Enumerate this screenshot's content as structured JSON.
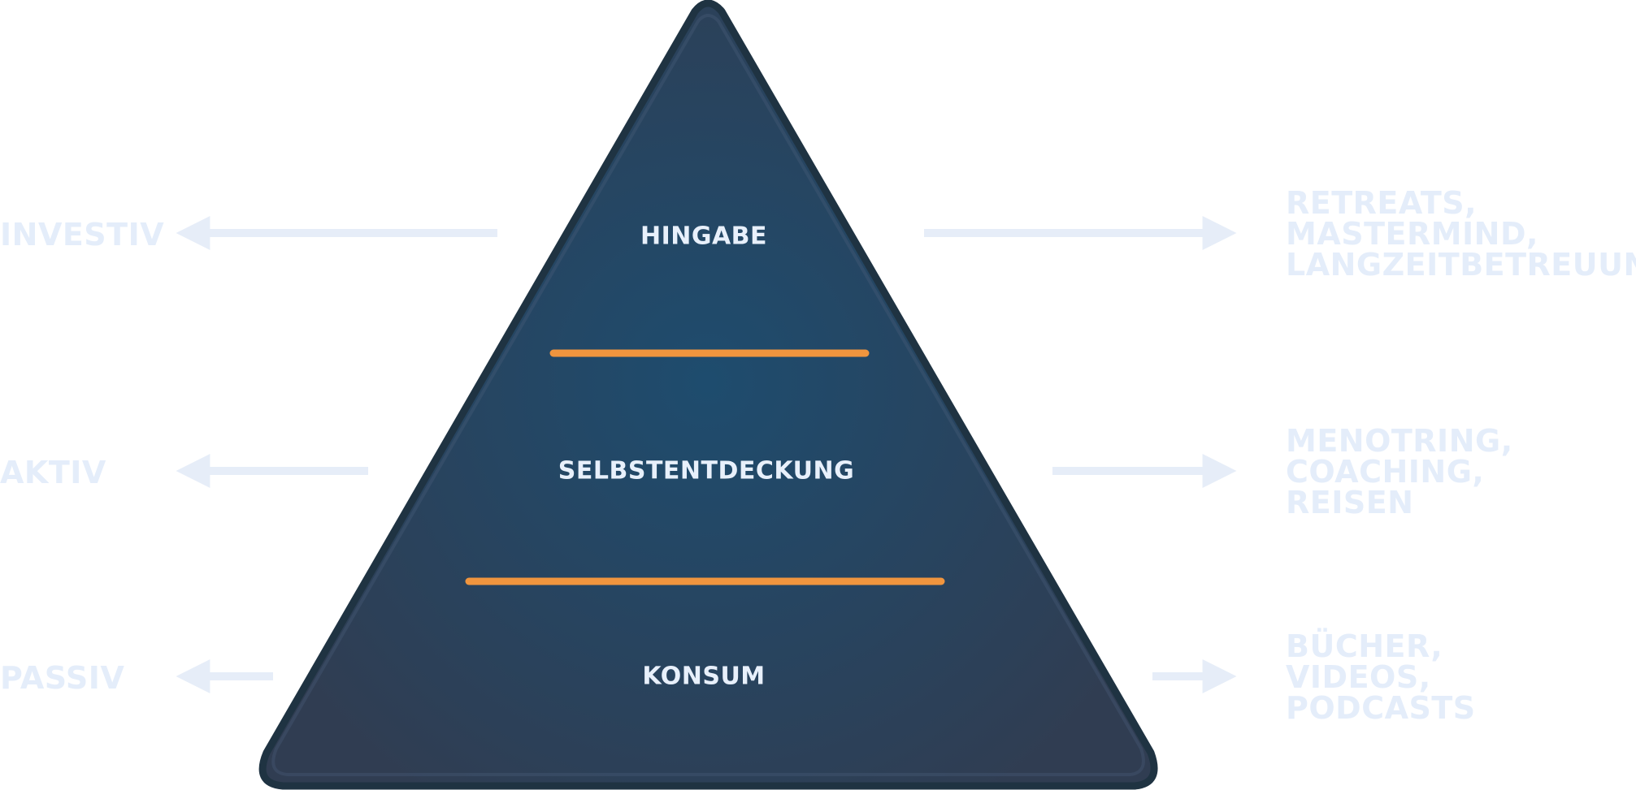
{
  "colors": {
    "pyramid_center": "#1e4c6e",
    "pyramid_edge": "#303d52",
    "pyramid_border": "#1f3342",
    "divider": "#f0953e",
    "arrow": "#e6edf8",
    "side_text": "#e4edfa",
    "level_text": "#e8f0fb"
  },
  "levels": [
    {
      "label": "HINGABE"
    },
    {
      "label": "SELBSTENTDECKUNG"
    },
    {
      "label": "KONSUM"
    }
  ],
  "left_labels": [
    {
      "label": "INVESTIV"
    },
    {
      "label": "AKTIV"
    },
    {
      "label": "PASSIV"
    }
  ],
  "right_labels": [
    {
      "lines": [
        "RETREATS,",
        "MASTERMIND,",
        "LANGZEITBETREUUNG"
      ]
    },
    {
      "lines": [
        "MENOTRING,",
        "COACHING,",
        "REISEN"
      ]
    },
    {
      "lines": [
        "BÜCHER,",
        "VIDEOS,",
        "PODCASTS"
      ]
    }
  ]
}
